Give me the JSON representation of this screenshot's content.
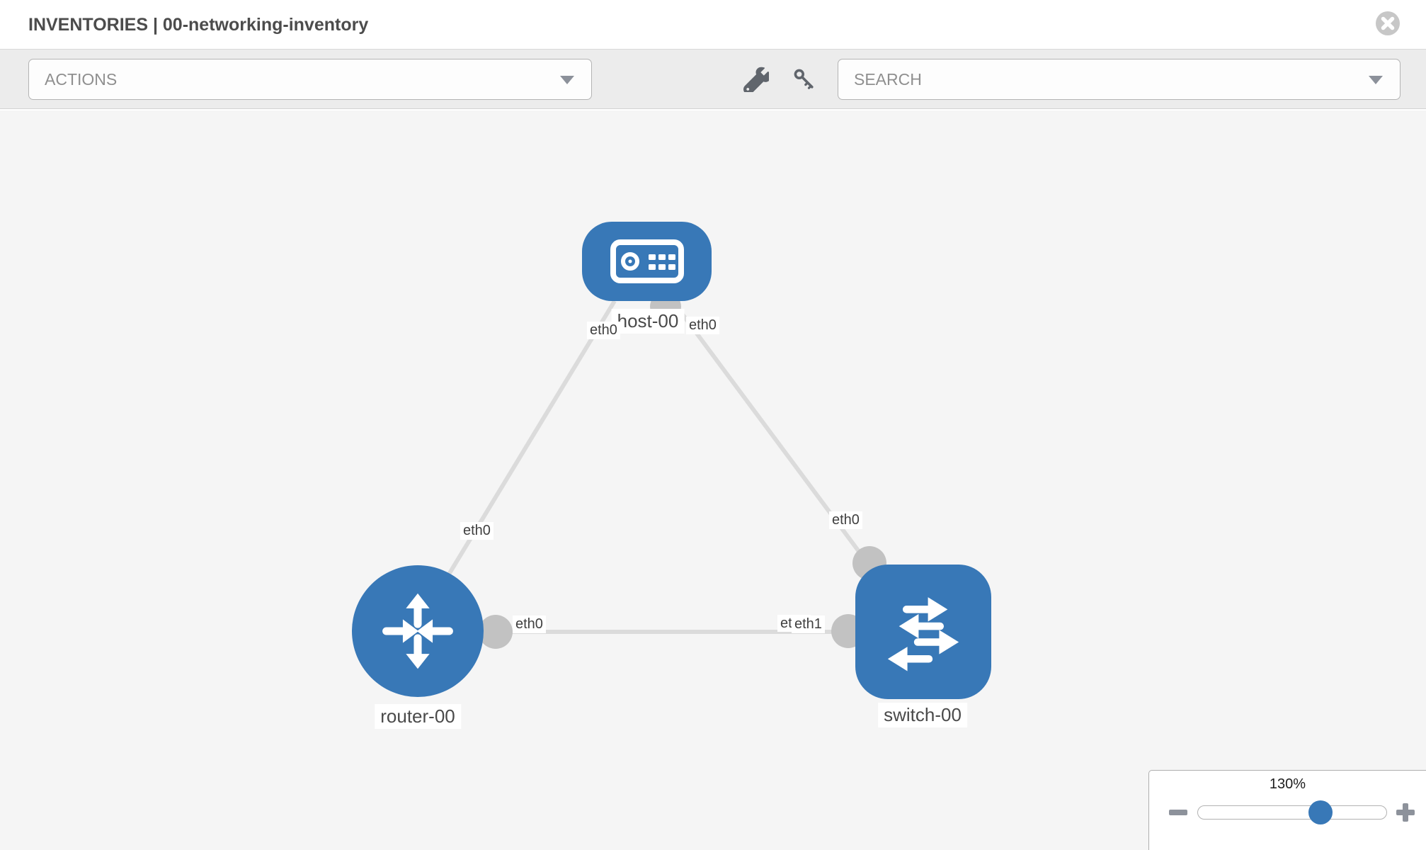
{
  "header": {
    "title": "INVENTORIES | 00-networking-inventory"
  },
  "toolbar": {
    "actions_label": "ACTIONS",
    "search_label": "SEARCH"
  },
  "topology": {
    "nodes": [
      {
        "label": "host-00",
        "type": "host"
      },
      {
        "label": "router-00",
        "type": "router"
      },
      {
        "label": "switch-00",
        "type": "switch"
      }
    ],
    "links": [
      {
        "source": "host-00",
        "source_interface": "eth0",
        "target": "router-00",
        "target_interface": "eth0"
      },
      {
        "source": "host-00",
        "source_interface": "eth0",
        "target": "switch-00",
        "target_interface": "eth0"
      },
      {
        "source": "router-00",
        "source_interface": "eth0",
        "target": "switch-00",
        "target_interface": "eth1",
        "overlapped_label": "eth0"
      }
    ]
  },
  "zoom_control": {
    "level": "130%"
  },
  "colors": {
    "node_blue": "#3878b7",
    "link_gray": "#dbdbdb",
    "connector_gray": "#c2c2c2",
    "slider_handle_blue": "#3878b7"
  }
}
